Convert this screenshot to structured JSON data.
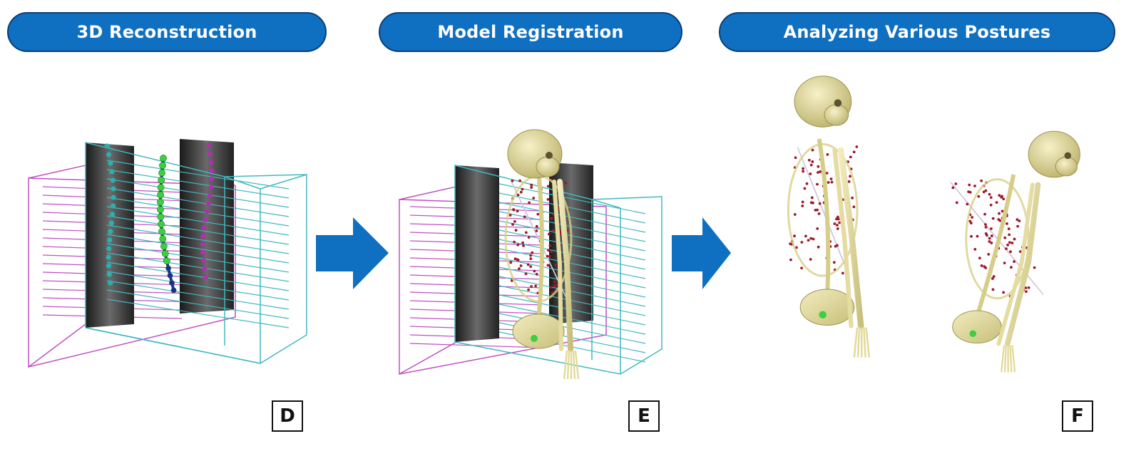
{
  "headers": {
    "reconstruction": "3D Reconstruction",
    "registration": "Model Registration",
    "postures": "Analyzing Various Postures"
  },
  "panel_labels": {
    "d": "D",
    "e": "E",
    "f": "F"
  },
  "colors": {
    "header_fill": "#0f6fc1",
    "header_border": "#0b3f78",
    "arrow": "#0f6fc1",
    "bone": "#e6dfa0",
    "magenta_grid": "#c050c0",
    "cyan_grid": "#40b8c0",
    "spine_green": "#3cd040",
    "spine_blue": "#1c2a9c",
    "muscle_dot": "#a0182a"
  },
  "icons": [
    "arrow-right-icon",
    "arrow-right-icon"
  ]
}
